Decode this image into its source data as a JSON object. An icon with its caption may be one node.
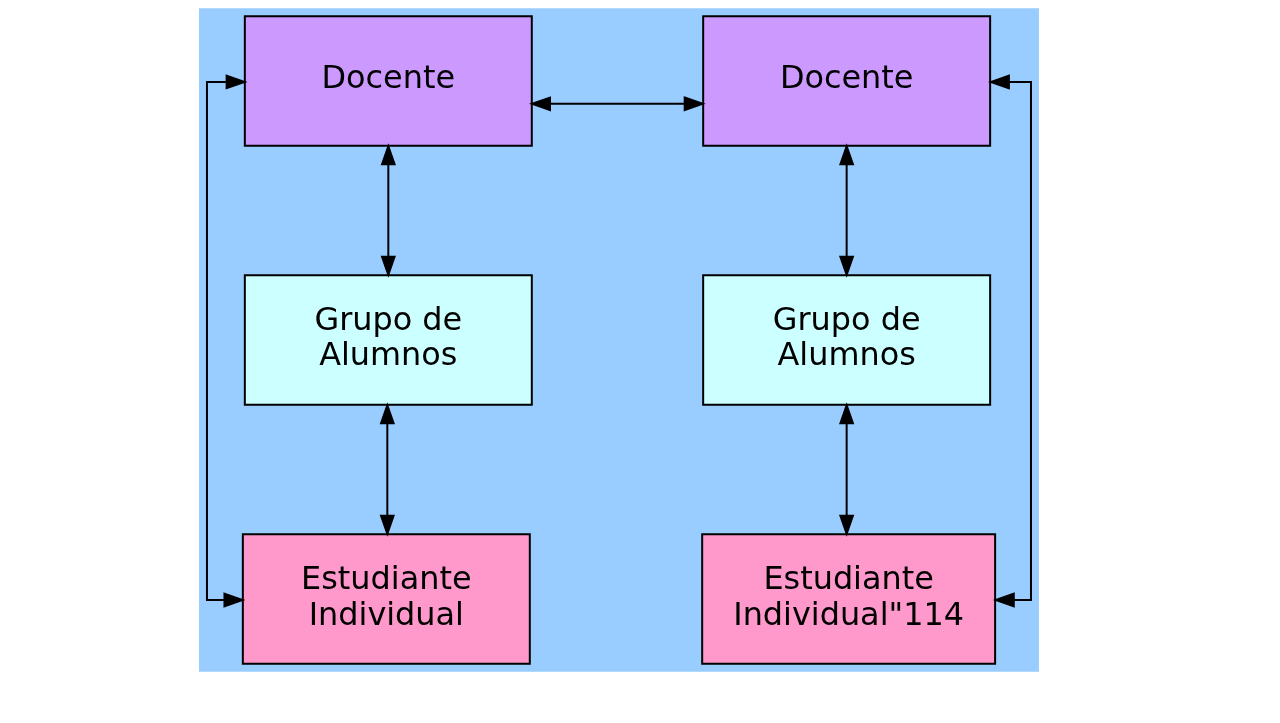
{
  "diagram": {
    "nodes": [
      {
        "text": [
          "Docente"
        ]
      },
      {
        "text": [
          "Docente"
        ]
      },
      {
        "text": [
          "Grupo de Alumnos"
        ]
      },
      {
        "text": [
          "Grupo de Alumnos"
        ]
      },
      {
        "text": [
          "Estudiante Individual"
        ]
      },
      {
        "text": [
          "Estudiante Individual\"114"
        ]
      }
    ],
    "edges": [
      {
        "from": 0,
        "to": 1,
        "arrow": "both"
      },
      {
        "from": 0,
        "to": 2,
        "arrow": "both"
      },
      {
        "from": 0,
        "to": 4,
        "arrow": "both"
      },
      {
        "from": 2,
        "to": 4,
        "arrow": "both"
      },
      {
        "from": 1,
        "to": 3,
        "arrow": "both"
      },
      {
        "from": 1,
        "to": 5,
        "arrow": "both"
      },
      {
        "from": 3,
        "to": 5,
        "arrow": "both"
      }
    ]
  }
}
